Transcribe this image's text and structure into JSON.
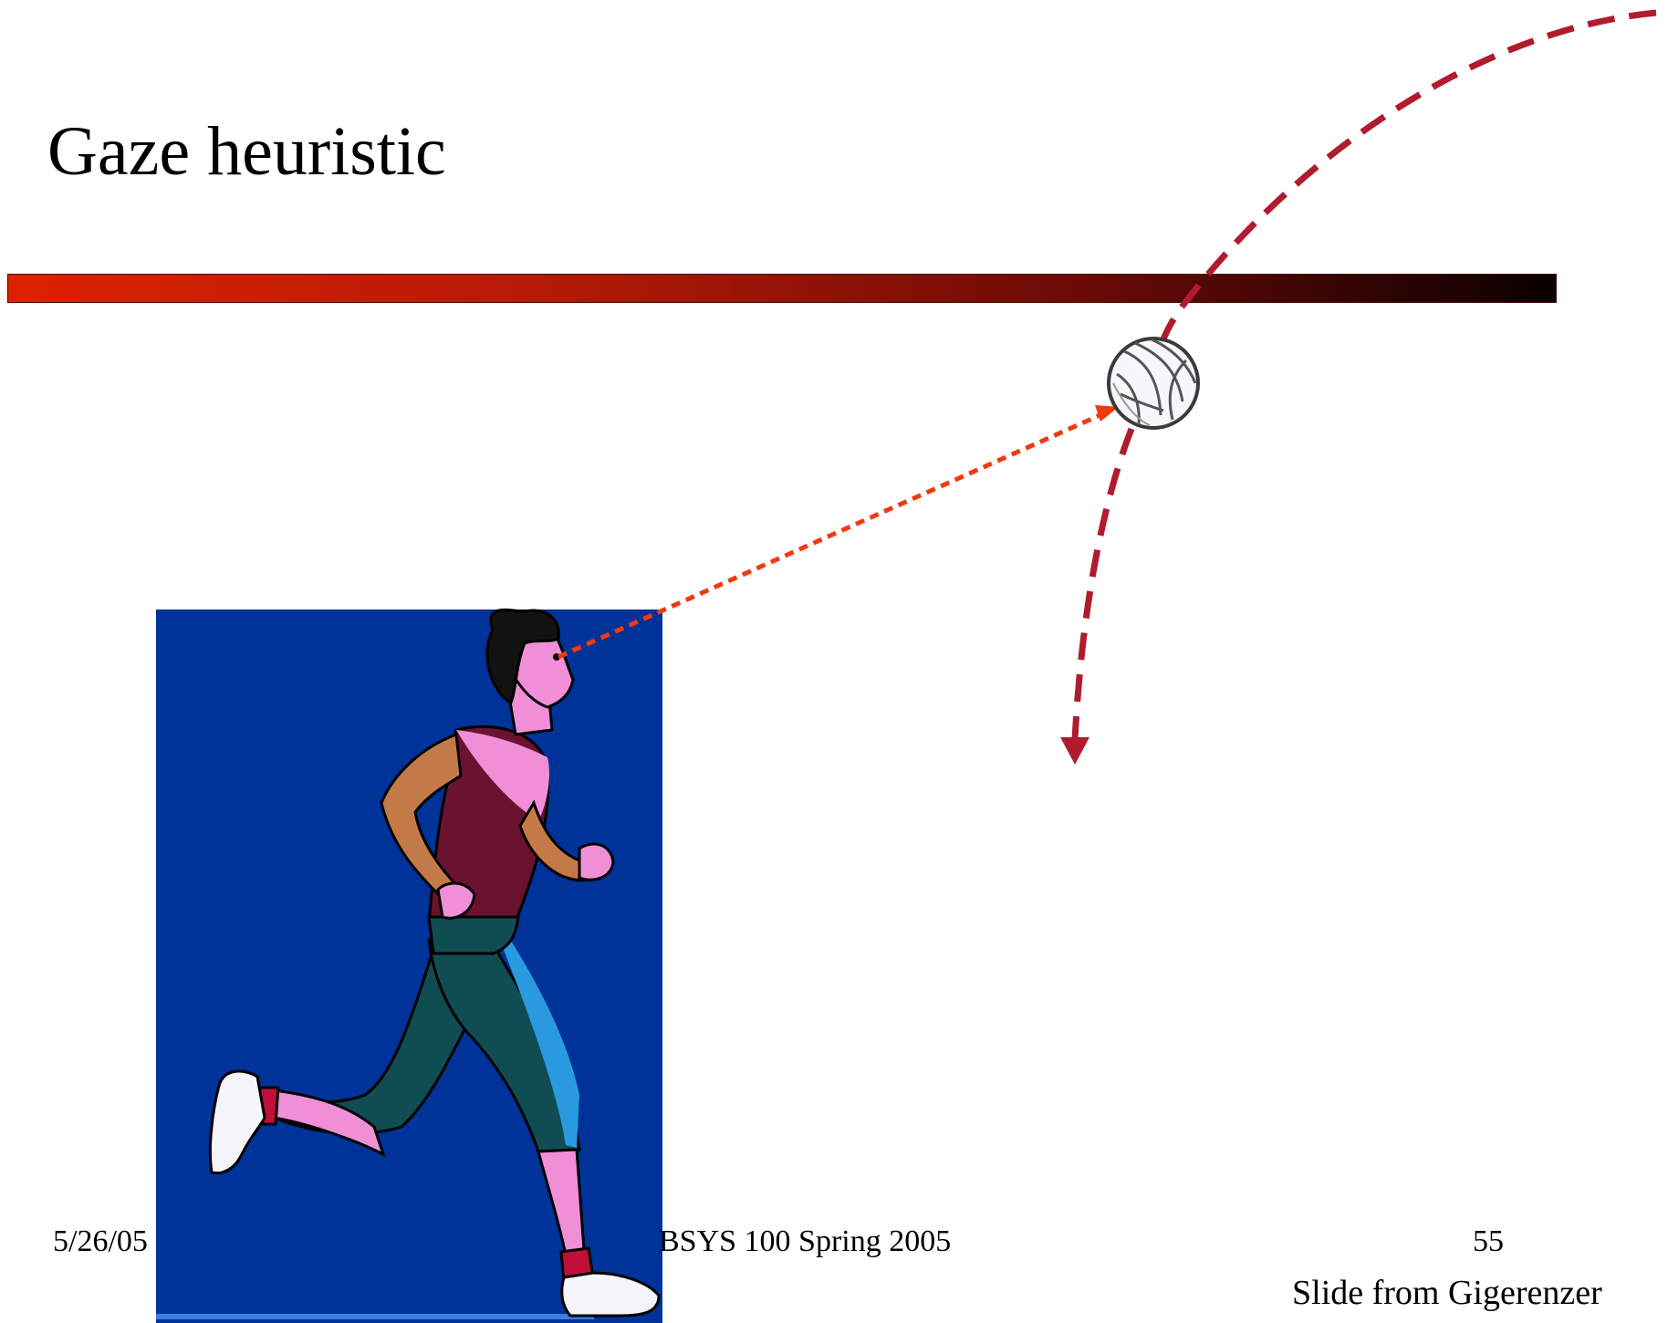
{
  "slide": {
    "title": "Gaze heuristic",
    "footer": {
      "date": "5/26/05",
      "course": "BSYS 100 Spring 2005",
      "page_number": "55"
    },
    "credit": "Slide from Gigerenzer"
  },
  "illustration": {
    "runner_icon": "running-man-clipart",
    "ball_icon": "volleyball",
    "colors": {
      "background_panel": "#003399",
      "trajectory": "#b01c2e",
      "gaze_line": "#f03a10",
      "bar_start": "#dc2200",
      "bar_end": "#0a0000"
    }
  }
}
